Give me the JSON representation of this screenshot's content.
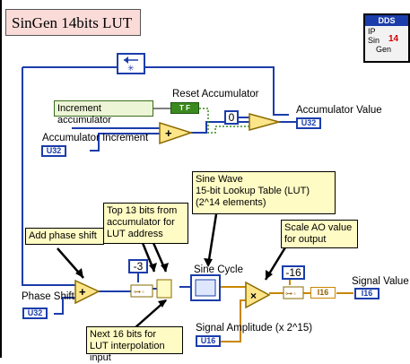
{
  "title": "SinGen 14bits LUT",
  "dds_icon": {
    "header": "DDS",
    "line1": "IP",
    "line2": "Sin",
    "line3": "Gen",
    "badge": "14"
  },
  "labels": {
    "reset_accumulator": "Reset Accumulator",
    "accumulator_value": "Accumulator Value",
    "accumulator_increment": "Accumulator Increment",
    "phase_shift": "Phase Shift",
    "sine_cycle": "Sine Cycle",
    "signal_amplitude": "Signal Amplitude (x 2^15)",
    "signal_value": "Signal Value"
  },
  "notes": {
    "increment_accumulator": "Increment accumulator",
    "sine_wave": [
      "Sine Wave",
      "15-bit Lookup Table (LUT)",
      "(2^14 elements)"
    ],
    "top_13_bits": [
      "Top 13 bits from",
      "accumulator for",
      "LUT address"
    ],
    "add_phase_shift": "Add phase shift",
    "scale_ao": [
      "Scale AO value",
      "for output"
    ],
    "next_16_bits": [
      "Next 16 bits for",
      "LUT interpolation input"
    ]
  },
  "constants": {
    "zero": "0",
    "shift_minus3": "-3",
    "shift_minus16": "-16",
    "bool_tf": "T F"
  },
  "terminals": {
    "acc_value_type": "U32",
    "acc_increment_type": "U32",
    "phase_shift_type": "U32",
    "signal_amplitude_type": "U16",
    "signal_value_type": "I16",
    "convert_type": "I16"
  },
  "colors": {
    "blue_wire": "#1b3dab",
    "orange_wire": "#c98600",
    "green_wire": "#3a8a1f",
    "note_bg": "#fffbc4"
  }
}
